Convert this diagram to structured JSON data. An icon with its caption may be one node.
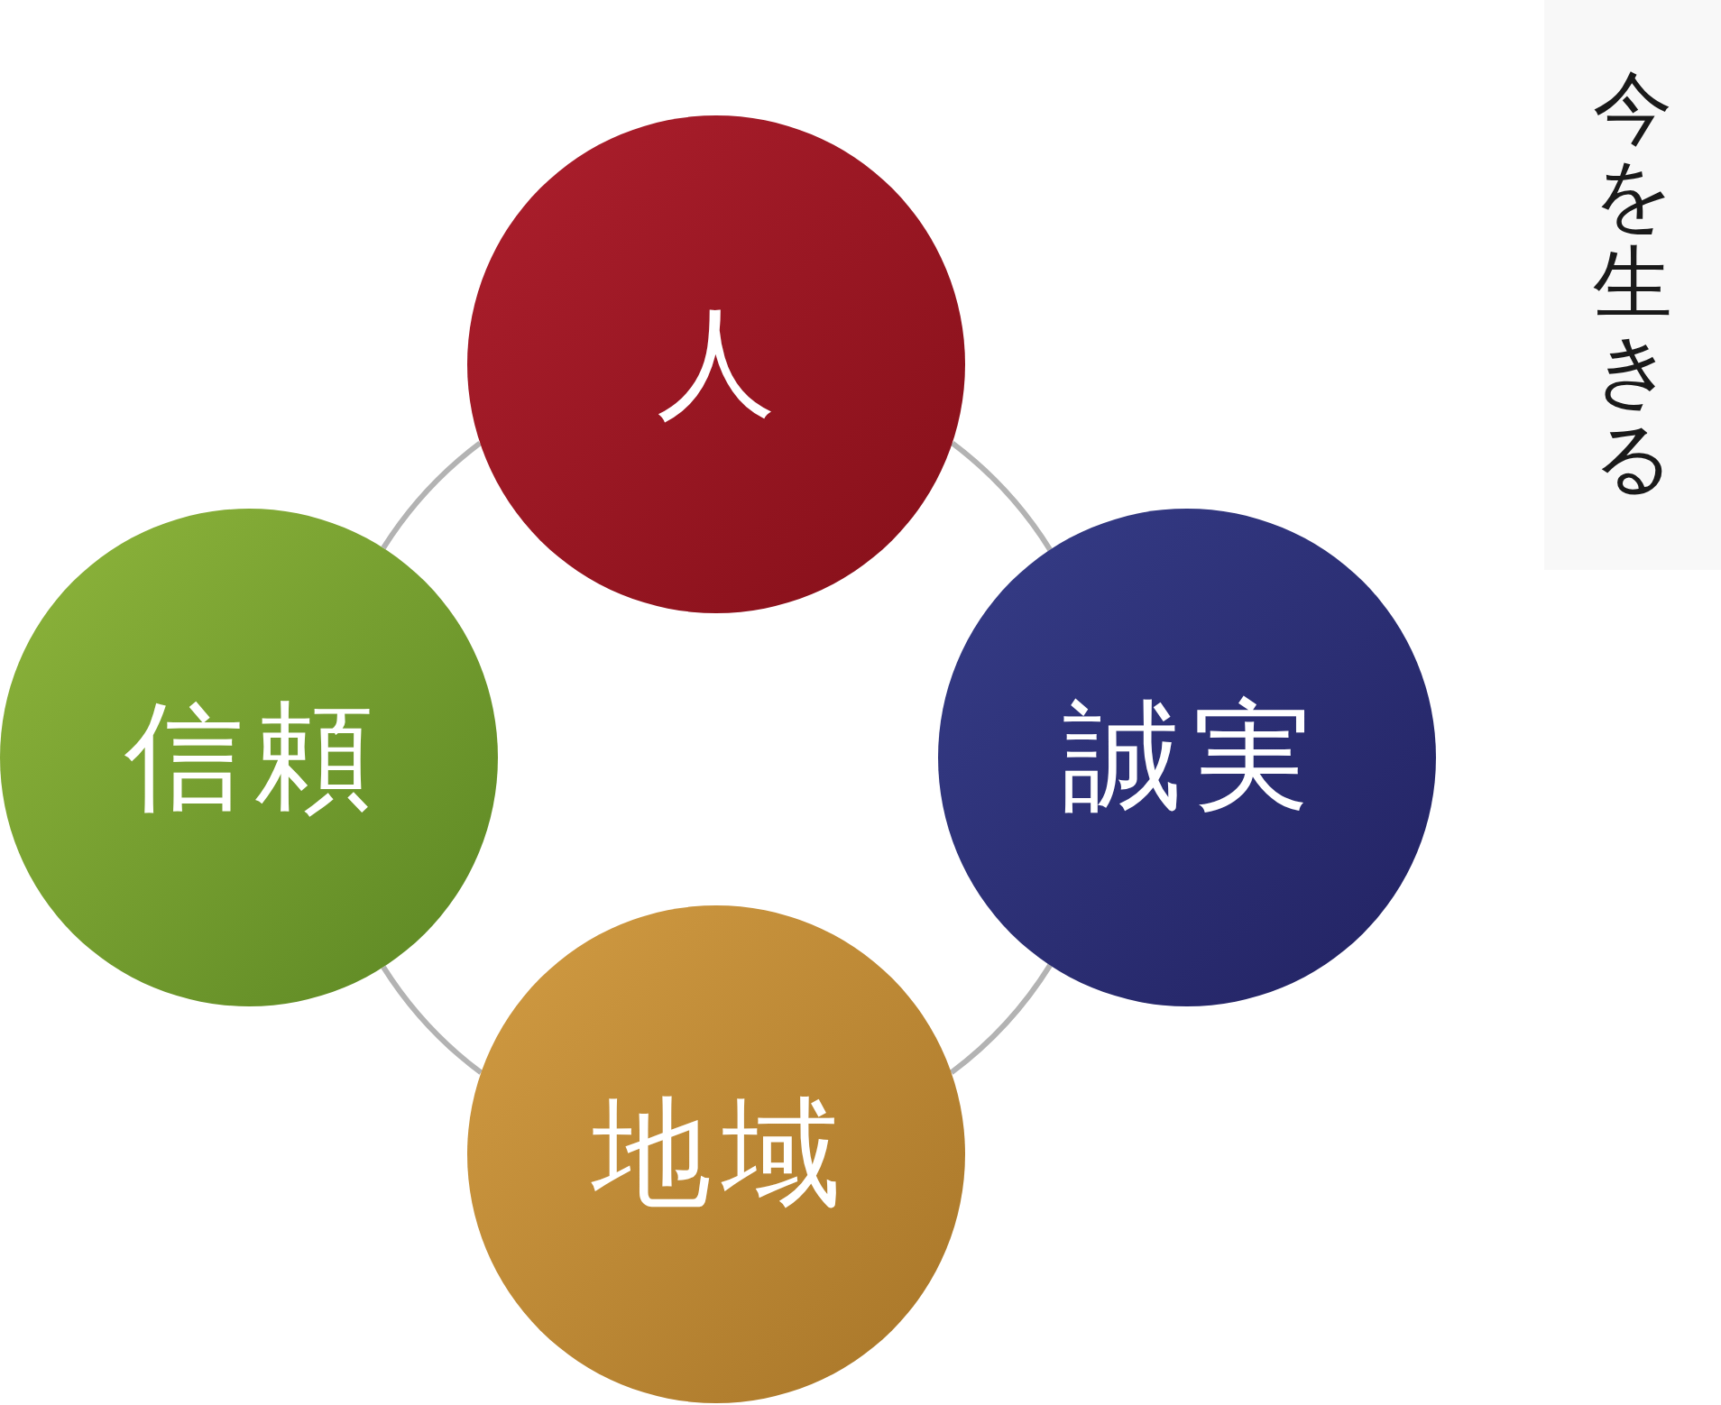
{
  "diagram": {
    "nodes": [
      {
        "text": [
          "人"
        ]
      },
      {
        "text": [
          "信頼"
        ]
      },
      {
        "text": [
          "誠実"
        ]
      },
      {
        "text": [
          "地域"
        ]
      },
      {
        "text": [
          "今を生きる"
        ]
      }
    ],
    "edges": [
      {
        "from": 0,
        "to": 2,
        "arrow": "none"
      },
      {
        "from": 2,
        "to": 3,
        "arrow": "none"
      },
      {
        "from": 3,
        "to": 1,
        "arrow": "none"
      },
      {
        "from": 1,
        "to": 0,
        "arrow": "none"
      }
    ]
  }
}
